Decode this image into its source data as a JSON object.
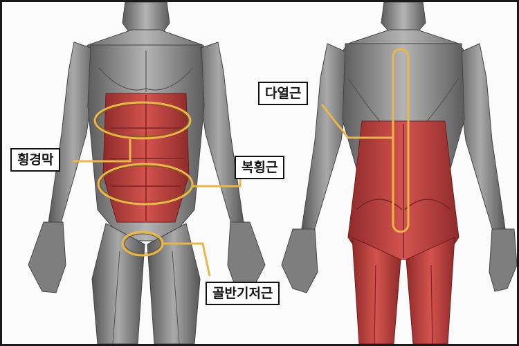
{
  "labels": {
    "diaphragm": "횡경막",
    "transverse_abdominis": "복횡근",
    "pelvic_floor": "골반기저근",
    "multifidus": "다열근"
  },
  "colors": {
    "highlight_muscle": "#c8423f",
    "highlight_outline": "#e9b64a",
    "body_gray": "#8a8a8a",
    "label_border": "#111111"
  }
}
